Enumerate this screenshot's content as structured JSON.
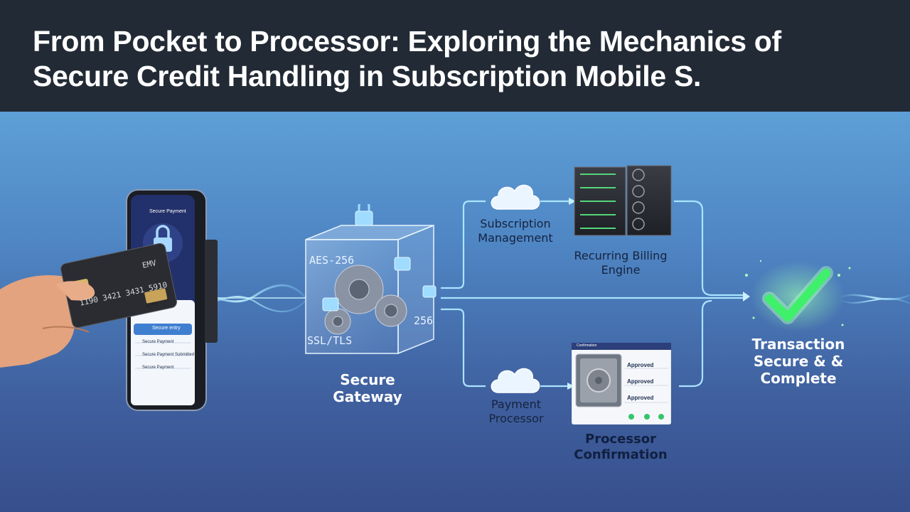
{
  "title": "From Pocket to Processor: Exploring the Mechanics of Secure Credit Handling in Subscription Mobile S.",
  "phone": {
    "screen_title": "Secure Payment",
    "button_label": "Secure entry",
    "list_items": [
      "Secure Payment",
      "Secure Payment Submitted",
      "Secure Payment"
    ]
  },
  "card": {
    "brand": "EMV",
    "number": "1190 3421 3431 5910",
    "badge": "EMV"
  },
  "gateway": {
    "tag_aes": "AES-256",
    "tag_256": "256",
    "tag_ssl": "SSL/TLS",
    "label": "Secure Gateway"
  },
  "nodes": {
    "subscription_management": "Subscription Management",
    "recurring_billing": "Recurring Billing Engine",
    "payment_processor": "Payment Processor",
    "processor_confirmation": "Processor Confirmation"
  },
  "confirmation_screen": {
    "header": "Confirmation",
    "entries": [
      "Approved",
      "Approved",
      "Approved"
    ]
  },
  "result": {
    "label": "Transaction Secure & & Complete"
  },
  "colors": {
    "header_bg": "#222a35",
    "flow_line": "#a9e4ff",
    "checkmark": "#3ff06a",
    "phone_screen": "#22306b"
  },
  "icons": [
    "cloud-icon",
    "lock-icon",
    "gear-icon",
    "server-rack-icon",
    "vault-icon",
    "checkmark-icon",
    "credit-card-icon",
    "smartphone-icon"
  ]
}
